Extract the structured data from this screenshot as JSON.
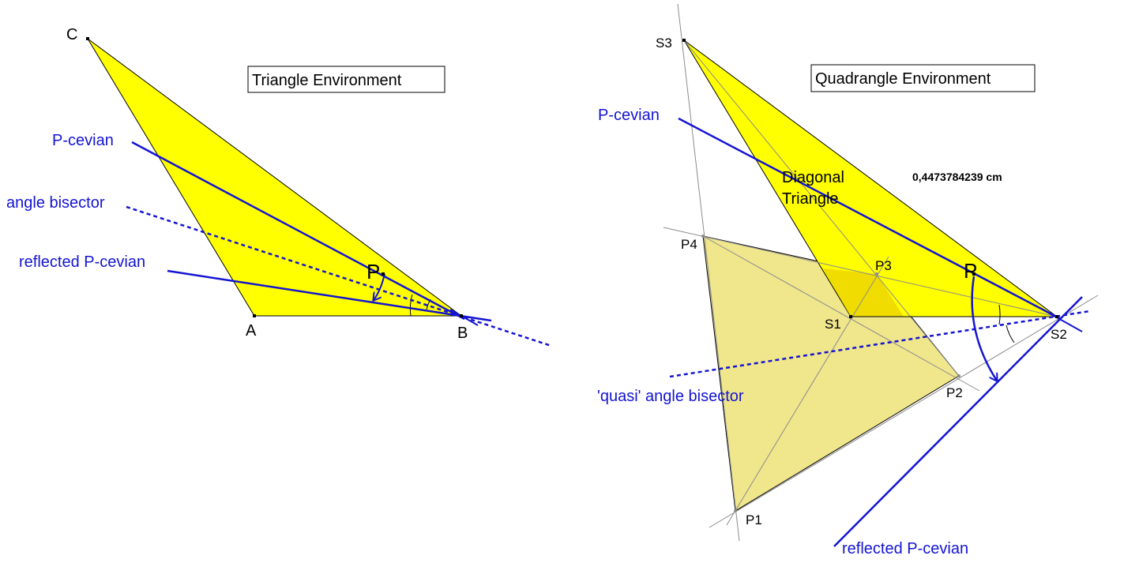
{
  "colors": {
    "fill_yellow": "#ffff00",
    "fill_khaki": "#f0e68c",
    "line_blue": "#1414d2",
    "line_black": "#000000",
    "line_gray": "#8c8c8c"
  },
  "triangle_env": {
    "title": "Triangle Environment",
    "points": {
      "A": "A",
      "B": "B",
      "C": "C",
      "P": "P"
    },
    "labels": {
      "p_cevian": "P-cevian",
      "angle_bisector": "angle bisector",
      "reflected": "reflected P-cevian"
    }
  },
  "quad_env": {
    "title": "Quadrangle Environment",
    "points": {
      "S1": "S1",
      "S2": "S2",
      "S3": "S3",
      "P1": "P1",
      "P2": "P2",
      "P3": "P3",
      "P4": "P4",
      "P": "P"
    },
    "labels": {
      "p_cevian": "P-cevian",
      "diagonal_1": "Diagonal",
      "diagonal_2": "Triangle",
      "quasi": "'quasi' angle bisector",
      "reflected": "reflected P-cevian",
      "measure": "0,4473784239 cm"
    }
  }
}
